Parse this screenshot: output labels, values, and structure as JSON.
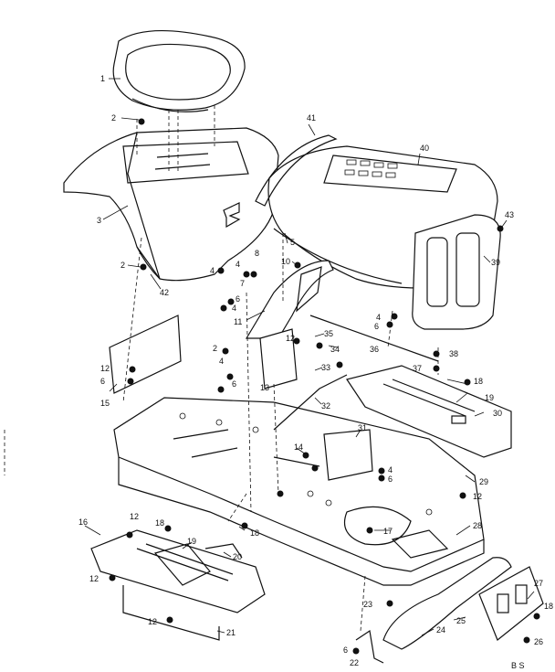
{
  "footer": {
    "code": "B S"
  },
  "callouts": {
    "c1": "1",
    "c2a": "2",
    "c2b": "2",
    "c2c": "2",
    "c3": "3",
    "c4a": "4",
    "c4b": "4",
    "c4c": "4",
    "c4d": "4",
    "c4e": "4",
    "c5": "5",
    "c6a": "6",
    "c6b": "6",
    "c6c": "6",
    "c6d": "6",
    "c6e": "6",
    "c6f": "6",
    "c7": "7",
    "c8": "8",
    "c10": "10",
    "c11": "11",
    "c12a": "12",
    "c12b": "12",
    "c12c": "12",
    "c12d": "12",
    "c12e": "12",
    "c12f": "12",
    "c13": "13",
    "c14": "14",
    "c15": "15",
    "c16": "16",
    "c17": "17",
    "c18a": "18",
    "c18b": "18",
    "c18c": "18",
    "c18d": "18",
    "c19a": "19",
    "c19b": "19",
    "c20": "20",
    "c21": "21",
    "c22": "22",
    "c23": "23",
    "c24": "24",
    "c25": "25",
    "c26": "26",
    "c27": "27",
    "c28": "28",
    "c29": "29",
    "c30": "30",
    "c31": "31",
    "c32": "32",
    "c33": "33",
    "c34": "34",
    "c35": "35",
    "c36": "36",
    "c37": "37",
    "c38": "38",
    "c39": "39",
    "c40": "40",
    "c41": "41",
    "c42": "42",
    "c43": "43"
  }
}
